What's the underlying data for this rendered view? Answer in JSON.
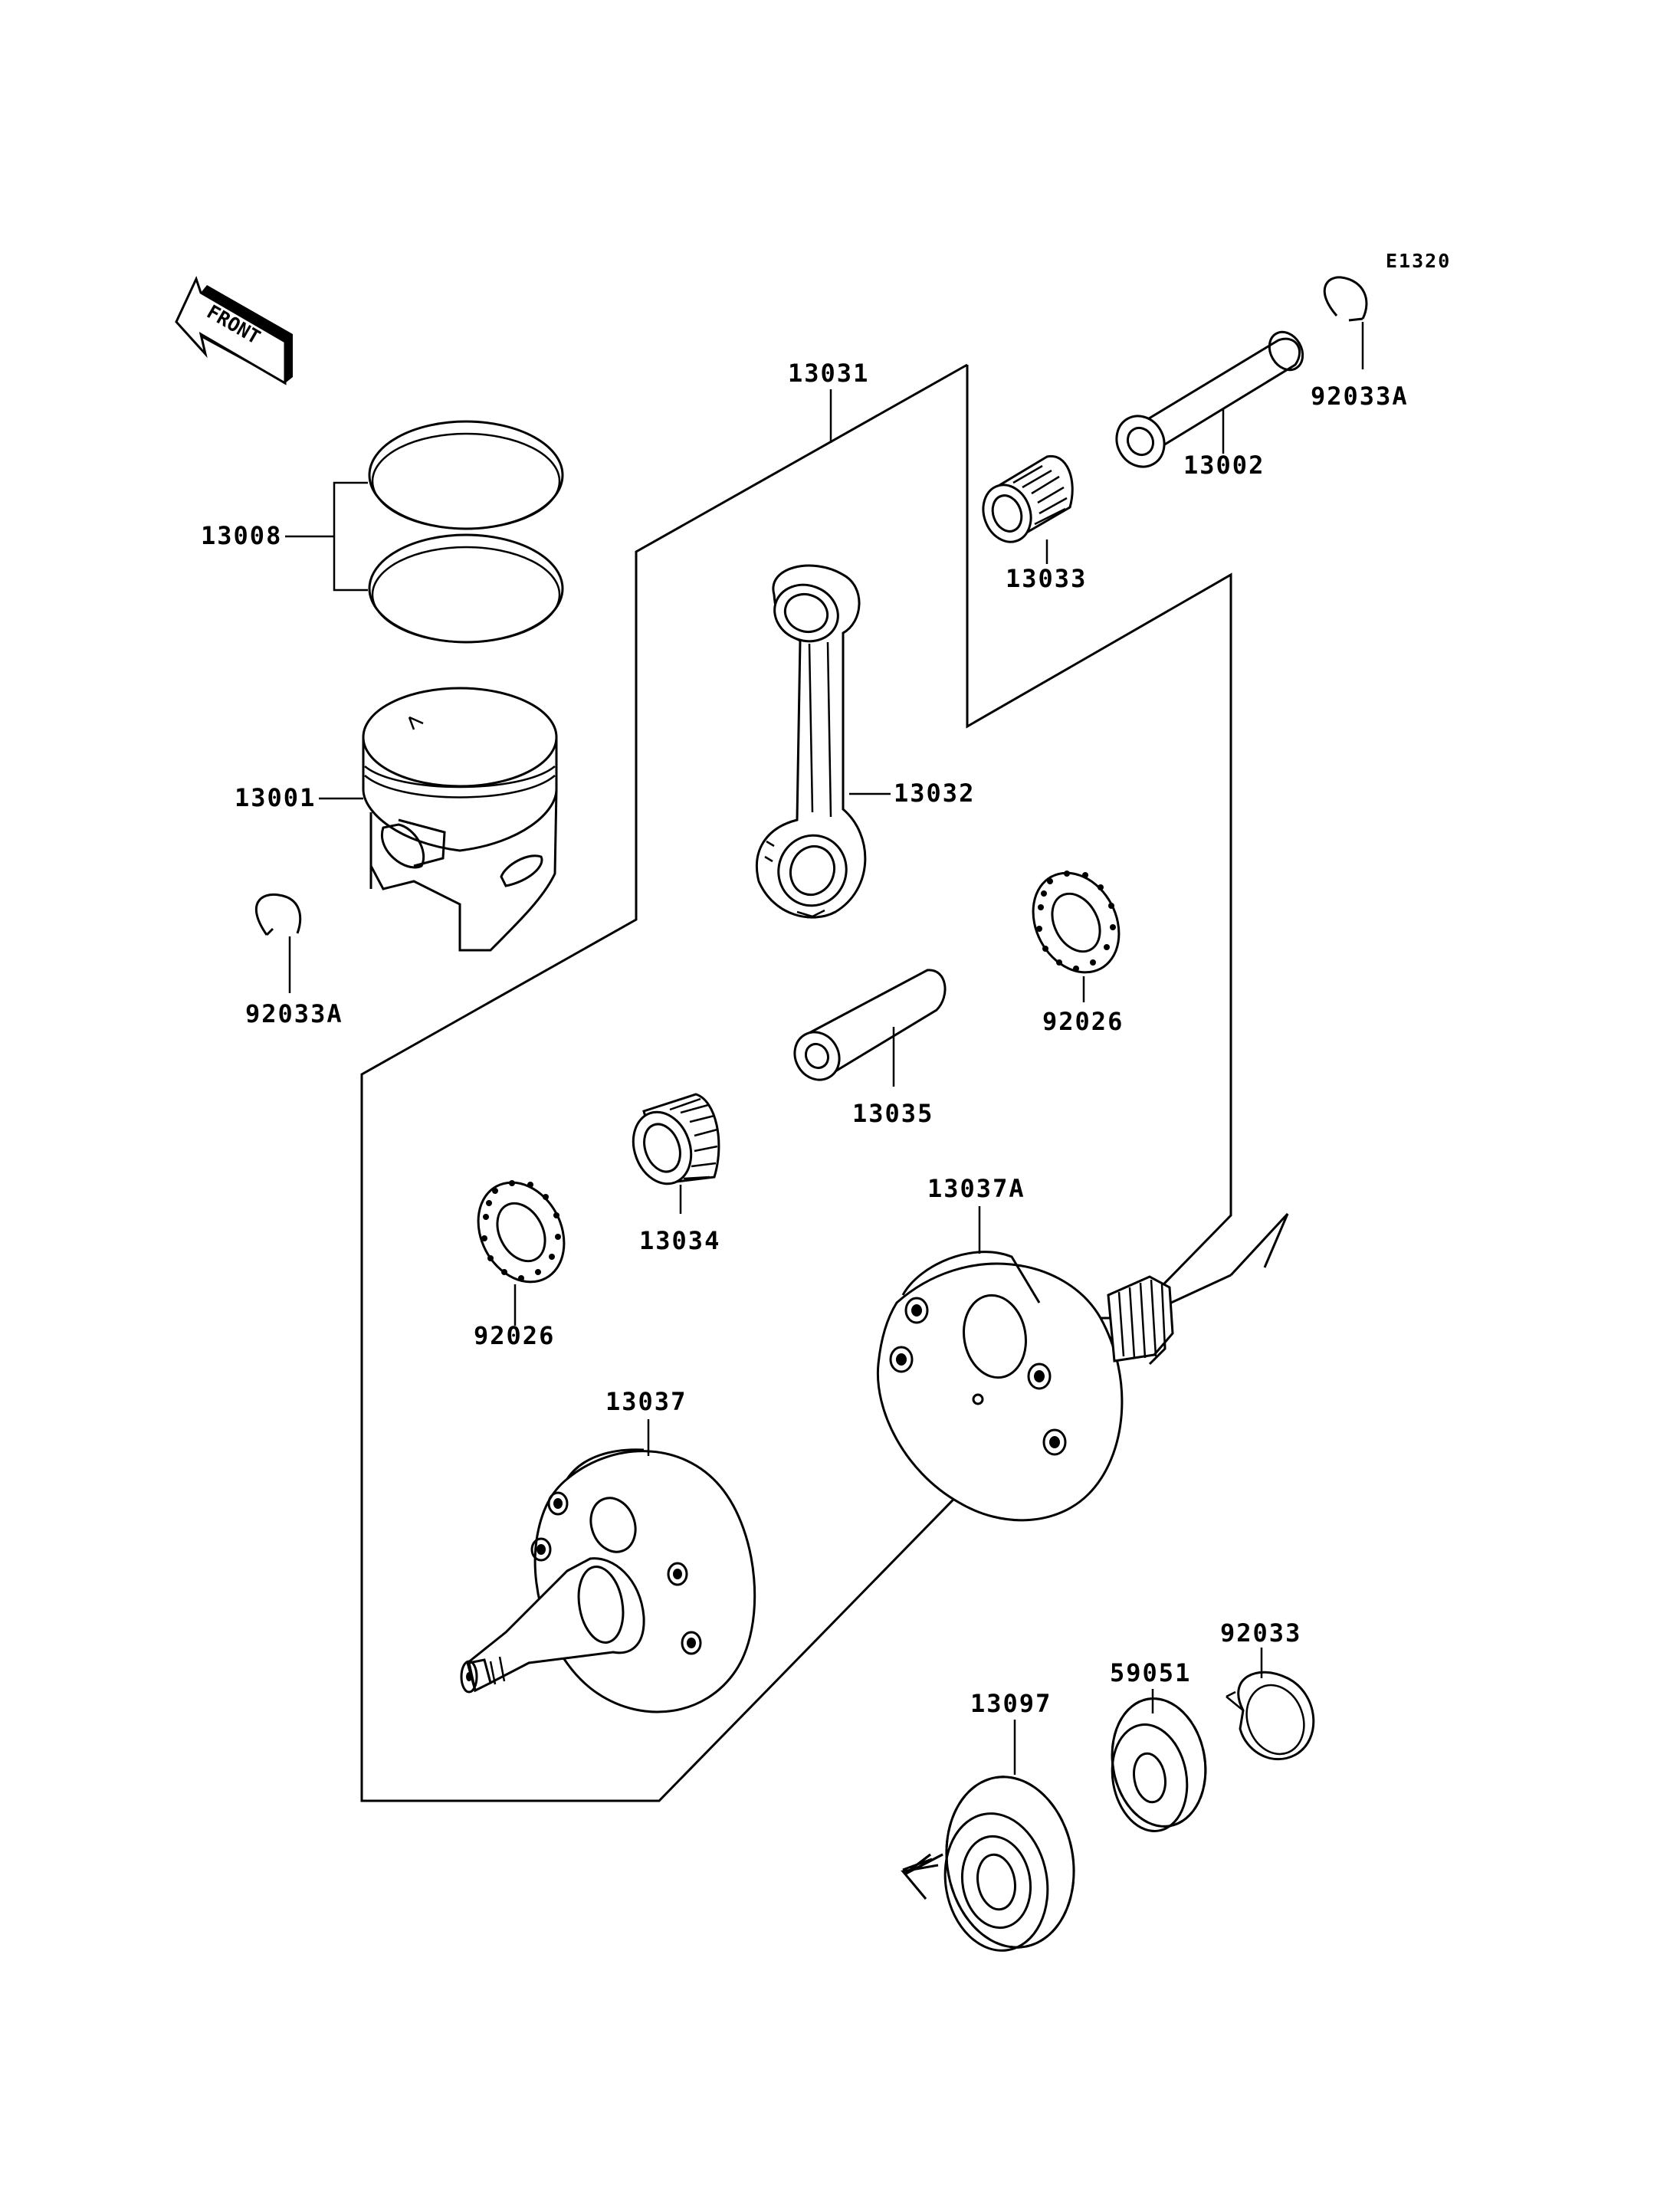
{
  "diagram_code": "E1320",
  "front_label": "FRONT",
  "parts": {
    "p13031": "13031",
    "p13008": "13008",
    "p13001": "13001",
    "p92033A_left": "92033A",
    "p92033A_right": "92033A",
    "p13002": "13002",
    "p13033": "13033",
    "p13032": "13032",
    "p92026_right": "92026",
    "p13035": "13035",
    "p13034": "13034",
    "p92026_left": "92026",
    "p13037A": "13037A",
    "p13037": "13037",
    "p92033": "92033",
    "p59051": "59051",
    "p13097": "13097"
  }
}
